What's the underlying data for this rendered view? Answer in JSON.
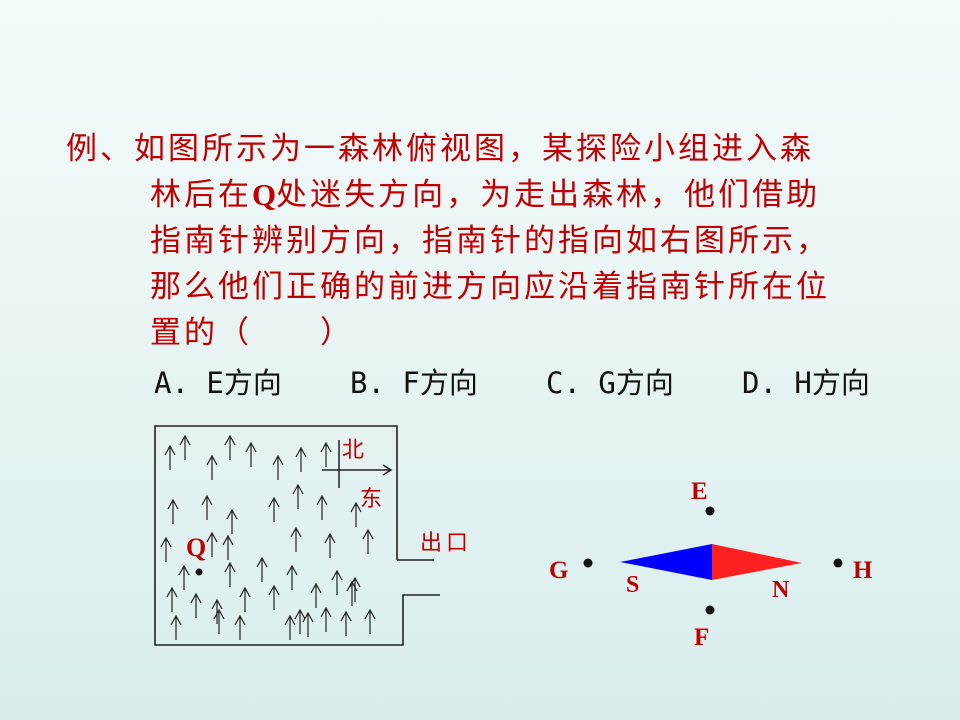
{
  "question": {
    "line1": "例、如图所示为一森林俯视图，某探险小组进入森",
    "line2_a": "林后在",
    "line2_q": "Q",
    "line2_b": "处迷失方向，为走出森林，他们借助",
    "line3": "指南针辨别方向，指南针的指向如右图所示，",
    "line4": "那么他们正确的前进方向应沿着指南针所在位",
    "line5": "置的（　　）"
  },
  "options": {
    "a": "A. E方向",
    "b": "B. F方向",
    "c": "C. G方向",
    "d": "D. H方向"
  },
  "forest_map": {
    "north_label": "北",
    "east_label": "东",
    "exit_label": "出口",
    "point_label": "Q"
  },
  "compass": {
    "top_label": "E",
    "bottom_label": "F",
    "left_label": "G",
    "right_label": "H",
    "needle_south_label": "S",
    "needle_north_label": "N",
    "colors": {
      "south": "#0000ff",
      "north": "#ff2020",
      "label": "#c00000"
    }
  }
}
